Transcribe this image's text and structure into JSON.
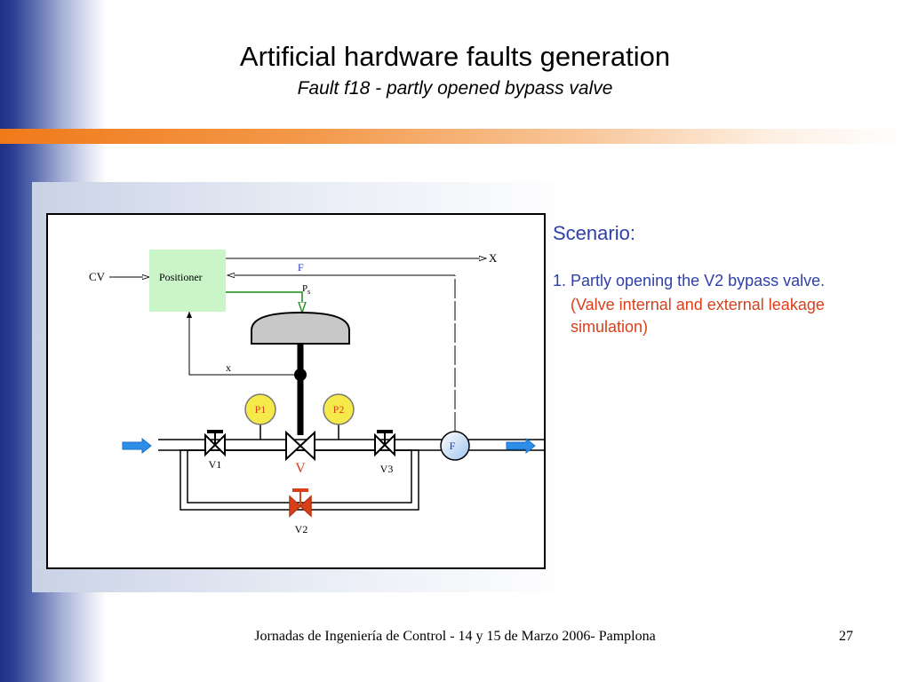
{
  "slide": {
    "title": "Artificial hardware faults generation",
    "subtitle": "Fault f18 - partly opened bypass valve",
    "footer": "Jornadas de Ingeniería de Control - 14 y 15 de Marzo 2006- Pamplona",
    "page_number": "27"
  },
  "diagram": {
    "labels": {
      "cv": "CV",
      "positioner": "Positioner",
      "x_out": "X",
      "f_signal": "F",
      "ps": "P",
      "ps_sub": "s",
      "x_feedback": "x",
      "p1": "P1",
      "p2": "P2",
      "v1": "V1",
      "v": "V",
      "v3": "V3",
      "v2": "V2",
      "flowmeter": "F"
    },
    "colors": {
      "positioner_fill": "#c9f5c9",
      "gauge_fill": "#f6e94a",
      "bypass_valve": "#d9401a",
      "control_valve_label": "#d9401a",
      "flow_arrow": "#2f8fe8",
      "pressure_line": "#1a8a1a",
      "f_label": "#2233cc"
    }
  },
  "scenario": {
    "title": "Scenario:",
    "item": "1. Partly opening the V2 bypass valve.",
    "note": "(Valve internal and external leakage simulation)"
  }
}
